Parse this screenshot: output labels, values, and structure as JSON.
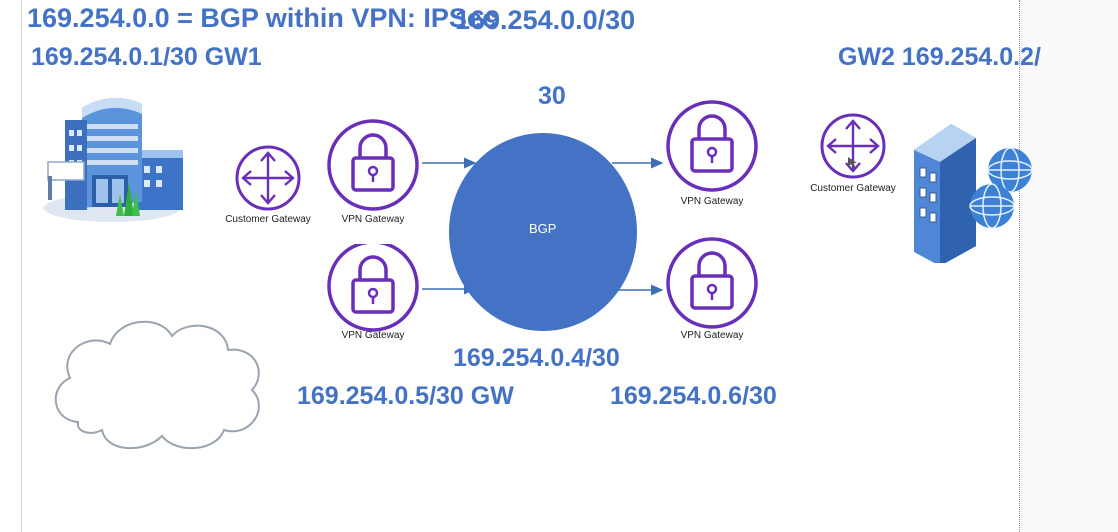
{
  "labels": {
    "top_title": "169.254.0.0 = BGP within VPN: IPSec",
    "top_subnet": "169.254.0.0/30",
    "gw1": "169.254.0.1/30 GW1",
    "gw2": "GW2 169.254.0.2/",
    "thirty": "30",
    "bottom_subnet": "169.254.0.4/30",
    "gw_bottom_left": "169.254.0.5/30 GW",
    "gw_bottom_right": "169.254.0.6/30"
  },
  "nodes": {
    "customer_gateway_left": "Customer Gateway",
    "vpn_gateway_top_left": "VPN Gateway",
    "vpn_gateway_bottom_left": "VPN Gateway",
    "vpn_gateway_top_right": "VPN Gateway",
    "vpn_gateway_bottom_right": "VPN Gateway",
    "customer_gateway_right": "Customer Gateway",
    "bgp": "BGP"
  },
  "colors": {
    "label_blue": "#4472c4",
    "icon_purple": "#6a2fb8",
    "bgp_fill": "#4472c4",
    "arrow_blue": "#3e6fb5"
  },
  "icons": [
    "office-building-icon",
    "server-globe-icon",
    "cloud-icon",
    "router-icon",
    "padlock-icon"
  ]
}
